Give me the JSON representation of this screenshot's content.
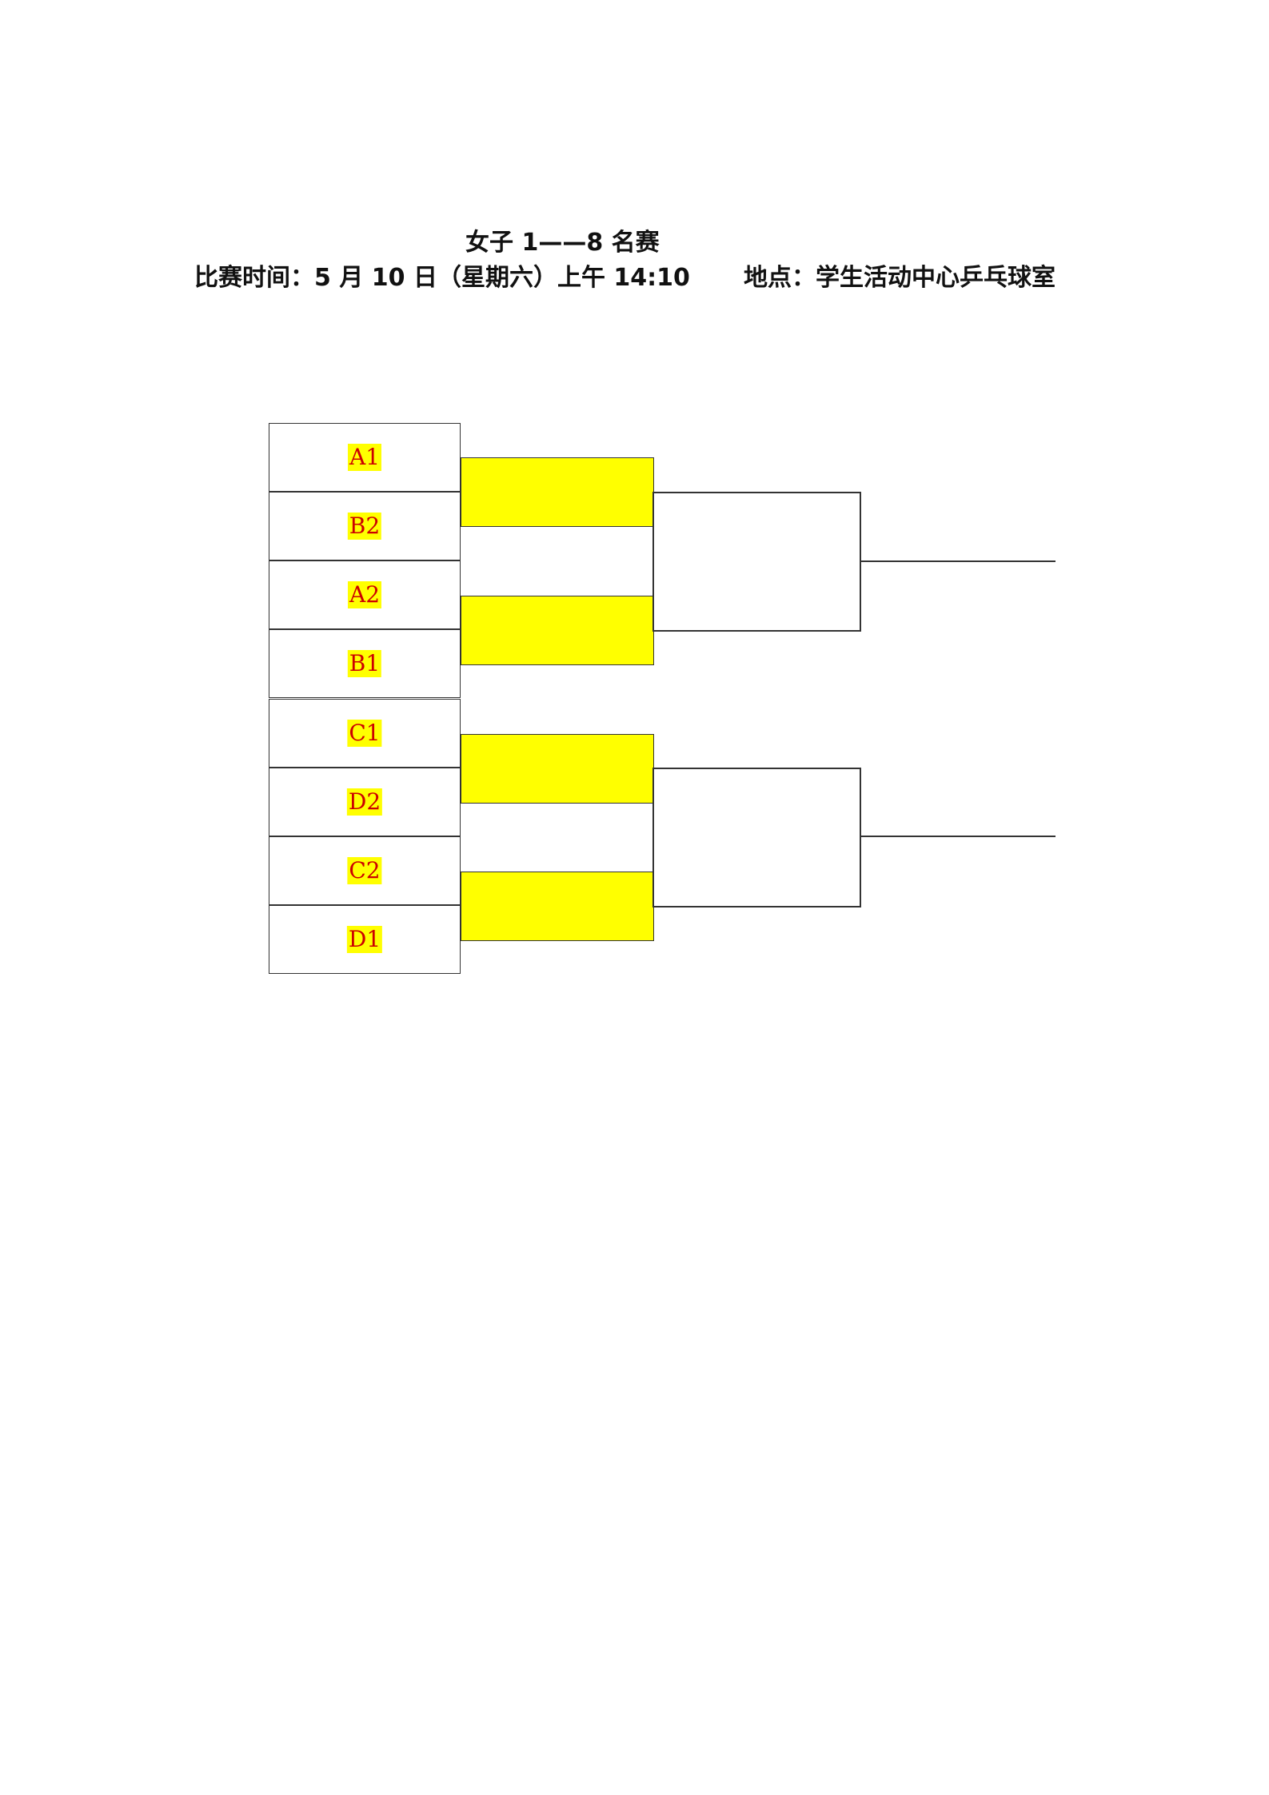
{
  "header": {
    "title": "女子 1——8 名赛",
    "time": "比赛时间：5 月 10 日（星期六）上午 14:10",
    "place": "地点：学生活动中心乒乓球室"
  },
  "bracket": {
    "seeds": [
      "A1",
      "B2",
      "A2",
      "B1",
      "C1",
      "D2",
      "C2",
      "D1"
    ],
    "colors": {
      "seed_label_bg": "#ffff00",
      "seed_label_text": "#cc0000",
      "match_fill": "#ffff00",
      "lines": "#333333"
    }
  }
}
